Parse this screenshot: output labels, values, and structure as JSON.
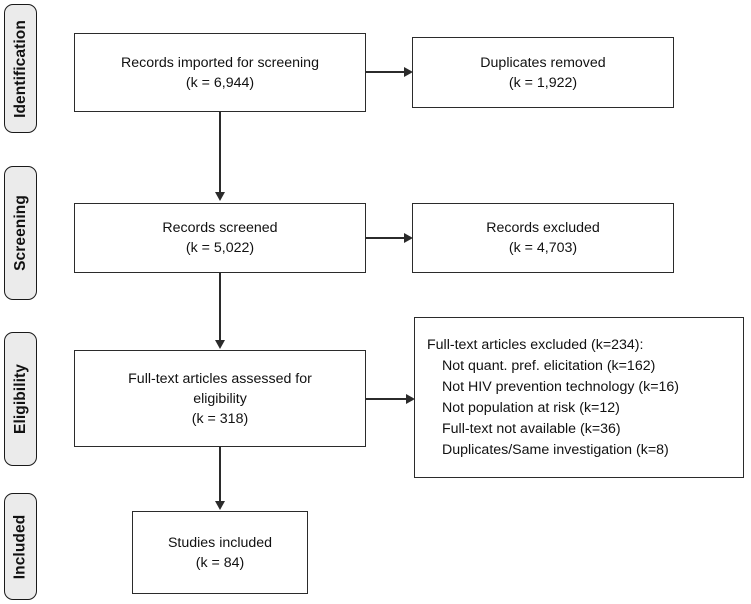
{
  "diagram": {
    "type": "prisma-flow-diagram",
    "stages": [
      {
        "id": "identification",
        "label": "Identification"
      },
      {
        "id": "screening",
        "label": "Screening"
      },
      {
        "id": "eligibility",
        "label": "Eligibility"
      },
      {
        "id": "included",
        "label": "Included"
      }
    ],
    "boxes": {
      "records_imported": {
        "line1": "Records imported for screening",
        "line2": "(k = 6,944)",
        "text": "Records imported for screening\n(k = 6,944)"
      },
      "duplicates_removed": {
        "line1": "Duplicates removed",
        "line2": "(k = 1,922)",
        "text": "Duplicates removed\n(k = 1,922)"
      },
      "records_screened": {
        "line1": "Records screened",
        "line2": "(k = 5,022)",
        "text": "Records screened\n(k = 5,022)"
      },
      "records_excluded": {
        "line1": "Records excluded",
        "line2": "(k = 4,703)",
        "text": "Records excluded\n(k = 4,703)"
      },
      "fulltext_assessed": {
        "line1": "Full-text articles assessed for",
        "line2": "eligibility",
        "line3": "(k = 318)",
        "text": "Full-text articles assessed for\neligibility\n(k = 318)"
      },
      "fulltext_excluded": {
        "heading": "Full-text articles excluded (k=234):",
        "reasons": [
          "Not quant. pref. elicitation (k=162)",
          "Not HIV prevention technology (k=16)",
          "Not population at risk (k=12)",
          "Full-text not available (k=36)",
          "Duplicates/Same investigation (k=8)"
        ]
      },
      "studies_included": {
        "line1": "Studies included",
        "line2": "(k = 84)",
        "text": "Studies included\n(k = 84)"
      }
    },
    "counts": {
      "records_imported": 6944,
      "duplicates_removed": 1922,
      "records_screened": 5022,
      "records_excluded": 4703,
      "fulltext_assessed": 318,
      "fulltext_excluded_total": 234,
      "excluded_not_quant_pref_elicitation": 162,
      "excluded_not_hiv_prevention_technology": 16,
      "excluded_not_population_at_risk": 12,
      "excluded_fulltext_not_available": 36,
      "excluded_duplicates_same_investigation": 8,
      "studies_included": 84
    },
    "colors": {
      "box_border": "#2b2b2b",
      "box_fill": "#ffffff",
      "pill_fill": "#ebebeb",
      "pill_border": "#1a1a1a",
      "text": "#111111",
      "connector": "#2b2b2b"
    }
  }
}
